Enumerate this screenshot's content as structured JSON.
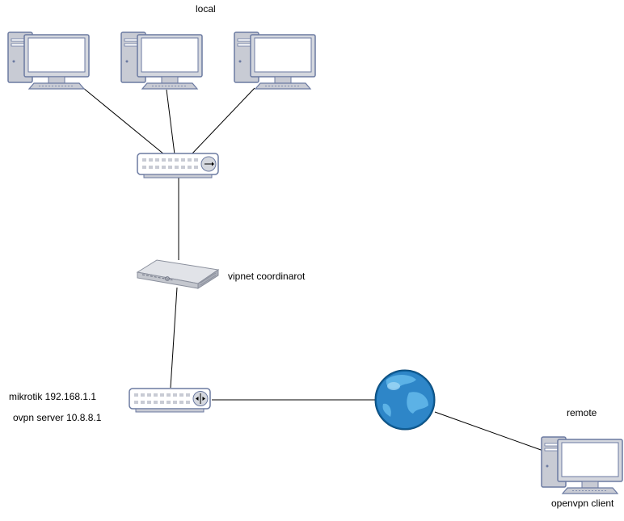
{
  "labels": {
    "local": "local",
    "vipnet": "vipnet coordinarot",
    "mikrotik": "mikrotik 192.168.1.1",
    "ovpn_server": "ovpn server 10.8.8.1",
    "remote": "remote",
    "openvpn_client": "openvpn client"
  },
  "nodes": [
    {
      "id": "pc-1",
      "type": "workstation"
    },
    {
      "id": "pc-2",
      "type": "workstation"
    },
    {
      "id": "pc-3",
      "type": "workstation"
    },
    {
      "id": "switch",
      "type": "switch",
      "icon": "arrow-right-icon"
    },
    {
      "id": "vipnet",
      "type": "server-appliance"
    },
    {
      "id": "mikrotik",
      "type": "router",
      "icon": "router-arrows-icon"
    },
    {
      "id": "internet",
      "type": "globe"
    },
    {
      "id": "remote-pc",
      "type": "workstation"
    }
  ],
  "edges": [
    [
      "pc-1",
      "switch"
    ],
    [
      "pc-2",
      "switch"
    ],
    [
      "pc-3",
      "switch"
    ],
    [
      "switch",
      "vipnet"
    ],
    [
      "vipnet",
      "mikrotik"
    ],
    [
      "mikrotik",
      "internet"
    ],
    [
      "internet",
      "remote-pc"
    ]
  ],
  "colors": {
    "device_fill": "#ffffff",
    "device_stroke": "#6b7aa1",
    "device_gray": "#c8cbd4",
    "screen_bezel": "#d4d7de",
    "globe_light": "#4aa3df",
    "globe_dark": "#0f5f99",
    "line": "#000000"
  }
}
